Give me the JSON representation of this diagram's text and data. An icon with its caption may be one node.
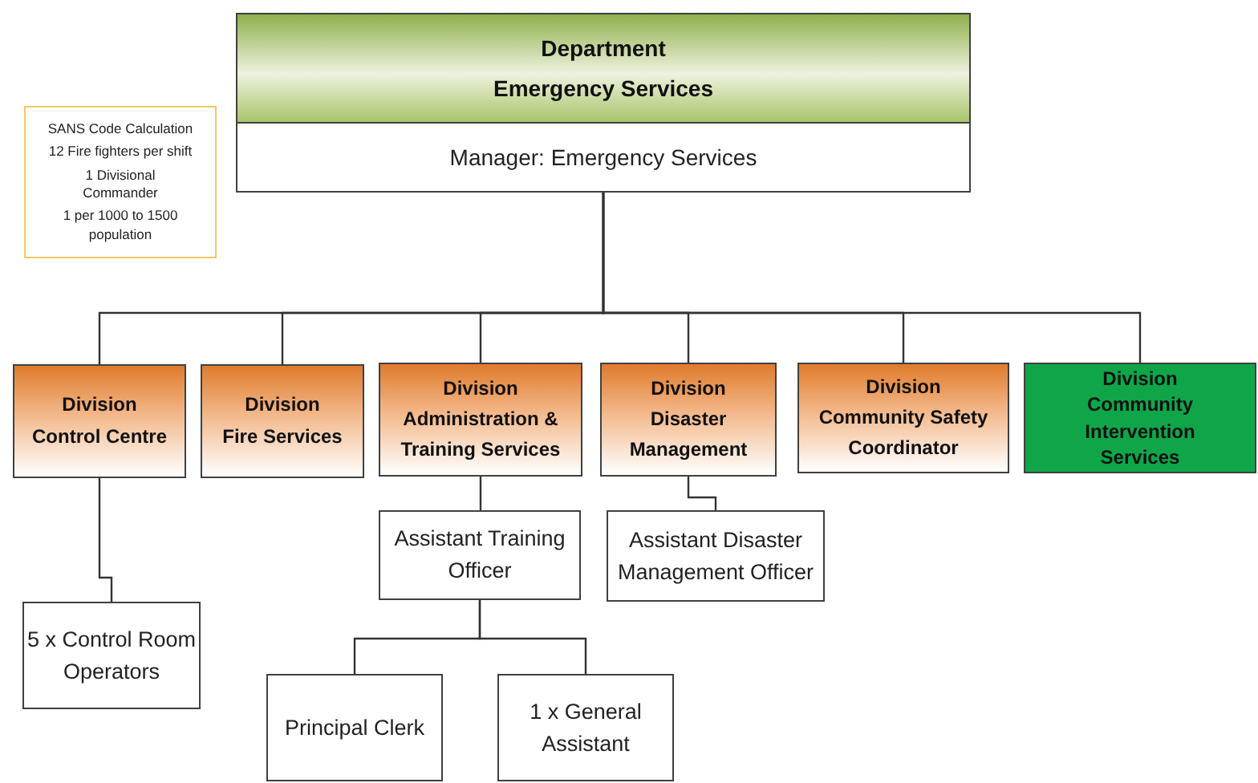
{
  "diagram": {
    "nodes": [
      {
        "text": [
          "Department Emergency Services",
          "Manager: Emergency Services"
        ]
      },
      {
        "text": [
          "SANS Code Calculation",
          "12 Fire fighters per shift",
          "1 Divisional Commander",
          "1 per 1000 to 1500 population"
        ]
      },
      {
        "text": [
          "Division",
          "Control Centre"
        ]
      },
      {
        "text": [
          "Division",
          "Fire Services"
        ]
      },
      {
        "text": [
          "Division",
          "Administration & Training Services"
        ]
      },
      {
        "text": [
          "Division",
          "Disaster Management"
        ]
      },
      {
        "text": [
          "Division",
          "Community Safety Coordinator"
        ]
      },
      {
        "text": [
          "Division",
          "Community Intervention Services"
        ]
      },
      {
        "text": [
          "Assistant Training Officer"
        ]
      },
      {
        "text": [
          "Assistant Disaster Management Officer"
        ]
      },
      {
        "text": [
          "5 x Control Room Operators"
        ]
      },
      {
        "text": [
          "Principal Clerk"
        ]
      },
      {
        "text": [
          "1 x General Assistant"
        ]
      }
    ],
    "edges": [
      {
        "from": 0,
        "to": 2,
        "arrow": "none"
      },
      {
        "from": 0,
        "to": 3,
        "arrow": "none"
      },
      {
        "from": 0,
        "to": 4,
        "arrow": "none"
      },
      {
        "from": 0,
        "to": 5,
        "arrow": "none"
      },
      {
        "from": 0,
        "to": 6,
        "arrow": "none"
      },
      {
        "from": 0,
        "to": 7,
        "arrow": "none"
      },
      {
        "from": 2,
        "to": 10,
        "arrow": "none"
      },
      {
        "from": 4,
        "to": 8,
        "arrow": "none"
      },
      {
        "from": 5,
        "to": 9,
        "arrow": "none"
      },
      {
        "from": 8,
        "to": 11,
        "arrow": "none"
      },
      {
        "from": 8,
        "to": 12,
        "arrow": "none"
      }
    ]
  }
}
